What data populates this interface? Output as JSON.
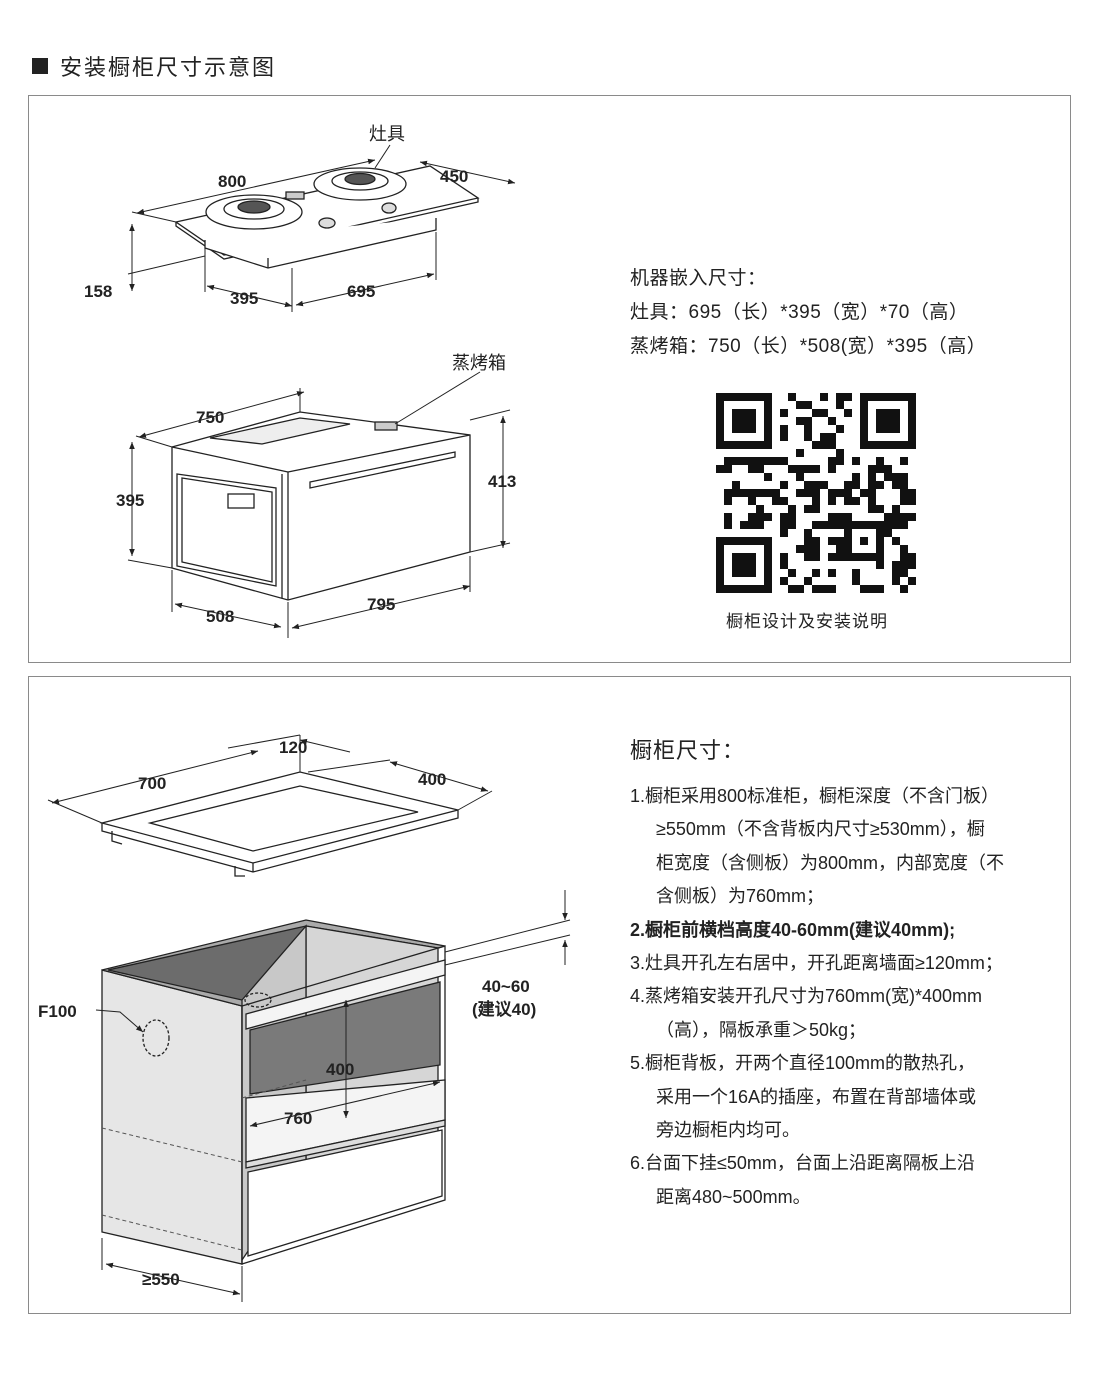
{
  "heading": "安装橱柜尺寸示意图",
  "hob": {
    "label": "灶具",
    "dims": {
      "length": "800",
      "width": "450",
      "height": "158",
      "cut_depth": "395",
      "cut_length": "695"
    }
  },
  "oven": {
    "label": "蒸烤箱",
    "dims": {
      "width": "750",
      "height": "395",
      "total_height": "413",
      "depth_front": "508",
      "depth": "795"
    }
  },
  "spec": {
    "title": "机器嵌入尺寸：",
    "hob_line": "灶具：695（长）*395（宽）*70（高）",
    "oven_line": "蒸烤箱：750（长）*508(宽）*395（高）"
  },
  "qr_caption": "橱柜设计及安装说明",
  "cutout": {
    "dims": {
      "gap": "120",
      "length": "700",
      "width": "400"
    }
  },
  "cabinet": {
    "dims": {
      "vent": "F100",
      "rail": "40~60",
      "rail_note": "(建议40)",
      "opening_h": "400",
      "opening_w": "760",
      "depth": "≥550"
    }
  },
  "cabinet_notes": {
    "title": "橱柜尺寸：",
    "lines": [
      "1.橱柜采用800标准柜，橱柜深度（不含门板）",
      "≥550mm（不含背板内尺寸≥530mm），橱",
      "柜宽度（含侧板）为800mm，内部宽度（不",
      "含侧板）为760mm；",
      "2.橱柜前横档高度40-60mm(建议40mm);",
      "3.灶具开孔左右居中，开孔距离墙面≥120mm；",
      "4.蒸烤箱安装开孔尺寸为760mm(宽)*400mm",
      "（高），隔板承重＞50kg；",
      "5.橱柜背板，开两个直径100mm的散热孔，",
      "采用一个16A的插座，布置在背部墙体或",
      "旁边橱柜内均可。",
      "6.台面下挂≤50mm，台面上沿距离隔板上沿",
      "距离480~500mm。"
    ]
  }
}
